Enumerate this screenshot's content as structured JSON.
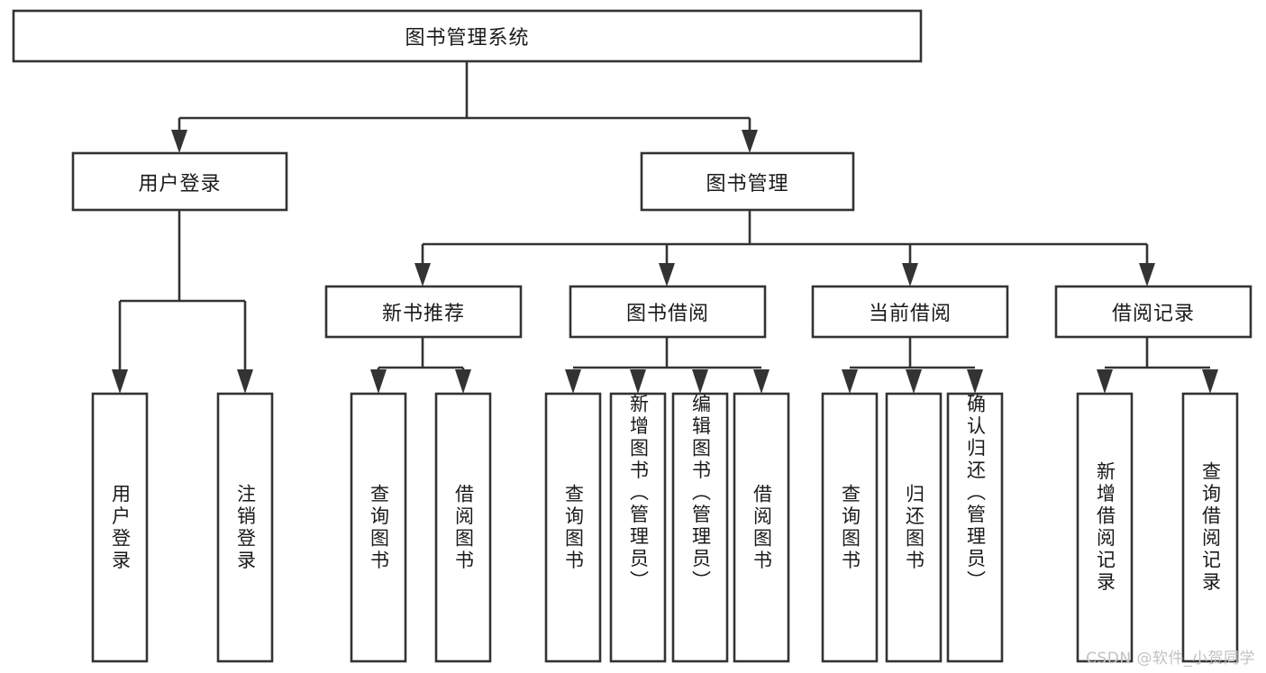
{
  "diagram": {
    "title": "图书管理系统",
    "type": "hierarchy-tree",
    "colors": {
      "box_stroke": "#333333",
      "box_fill": "#ffffff",
      "connector": "#333333",
      "text": "#1a1a1a",
      "watermark": "#c2c2c2",
      "background": "#ffffff"
    },
    "levels": {
      "root": {
        "label": "图书管理系统"
      },
      "level2": [
        {
          "label": "用户登录"
        },
        {
          "label": "图书管理"
        }
      ],
      "level3": [
        {
          "label": "新书推荐"
        },
        {
          "label": "图书借阅"
        },
        {
          "label": "当前借阅"
        },
        {
          "label": "借阅记录"
        }
      ],
      "leaves": {
        "user_login": [
          {
            "label": "用户登录"
          },
          {
            "label": "注销登录"
          }
        ],
        "new_book_recommend": [
          {
            "label": "查询图书"
          },
          {
            "label": "借阅图书"
          }
        ],
        "book_borrow": [
          {
            "label": "查询图书"
          },
          {
            "label": "新增图书（管理员）"
          },
          {
            "label": "编辑图书（管理员）"
          },
          {
            "label": "借阅图书"
          }
        ],
        "current_borrow": [
          {
            "label": "查询图书"
          },
          {
            "label": "归还图书"
          },
          {
            "label": "确认归还（管理员）"
          }
        ],
        "borrow_record": [
          {
            "label": "新增借阅记录"
          },
          {
            "label": "查询借阅记录"
          }
        ]
      }
    },
    "watermark": "CSDN @软件_小贺同学"
  }
}
